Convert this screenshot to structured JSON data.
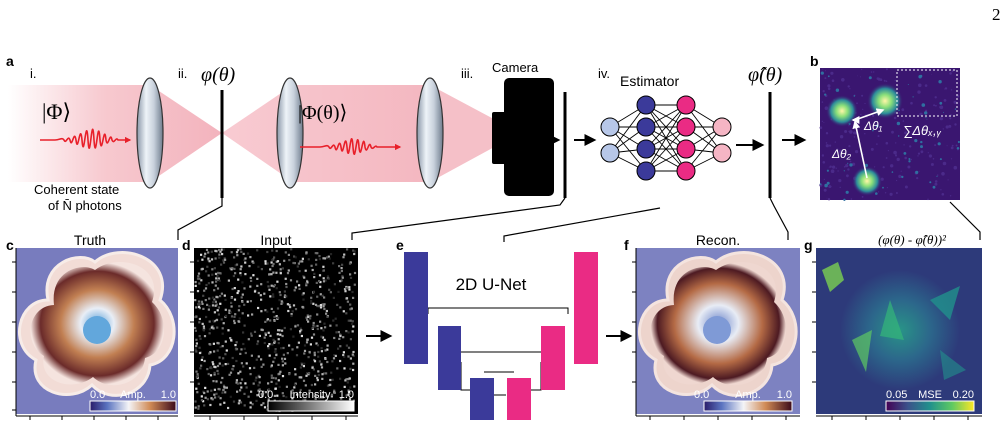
{
  "page_number": "2",
  "panel_labels": {
    "a": "a",
    "b": "b",
    "c": "c",
    "d": "d",
    "e": "e",
    "f": "f",
    "g": "g"
  },
  "stage_labels": {
    "i": "i.",
    "ii": "ii.",
    "iii": "iii.",
    "iv": "iv."
  },
  "labels": {
    "phi_theta": "φ(θ)",
    "phi_hat_theta": "φ̂(θ)",
    "state_phi": "|Φ⟩",
    "state_phi_theta": "|Φ(θ)⟩",
    "coherent_line1": "Coherent state",
    "coherent_line2": "of N̄ photons",
    "camera": "Camera",
    "estimator": "Estimator",
    "delta_theta1": "Δθ₁",
    "delta_theta2": "Δθ₂",
    "sum_delta": "∑Δθₓ,ᵧ",
    "truth": "Truth",
    "input": "Input",
    "unet": "2D U-Net",
    "recon": "Recon.",
    "mse_title": "(φ(θ) - φ̂(θ))²"
  },
  "colorbars": {
    "truth": {
      "min": "0.0",
      "label": "Amp.",
      "max": "1.0"
    },
    "input": {
      "min": "0.0",
      "label": "Intensity",
      "max": "1.0"
    },
    "recon": {
      "min": "0.0",
      "label": "Amp.",
      "max": "1.0"
    },
    "mse": {
      "min": "0.05",
      "label": "MSE",
      "max": "0.20"
    }
  },
  "colors": {
    "beam_pink": "#f7c9cf",
    "wave_red": "#e8202a",
    "unet_blue": "#3b3a9a",
    "unet_pink": "#ea2b84",
    "node_light_blue": "#b7c7e8",
    "node_blue": "#3b3a9a",
    "node_pink": "#ea2b84",
    "node_light_pink": "#f5b5c4",
    "camera_black": "#000000",
    "speckle_bg": "#3a1670"
  }
}
